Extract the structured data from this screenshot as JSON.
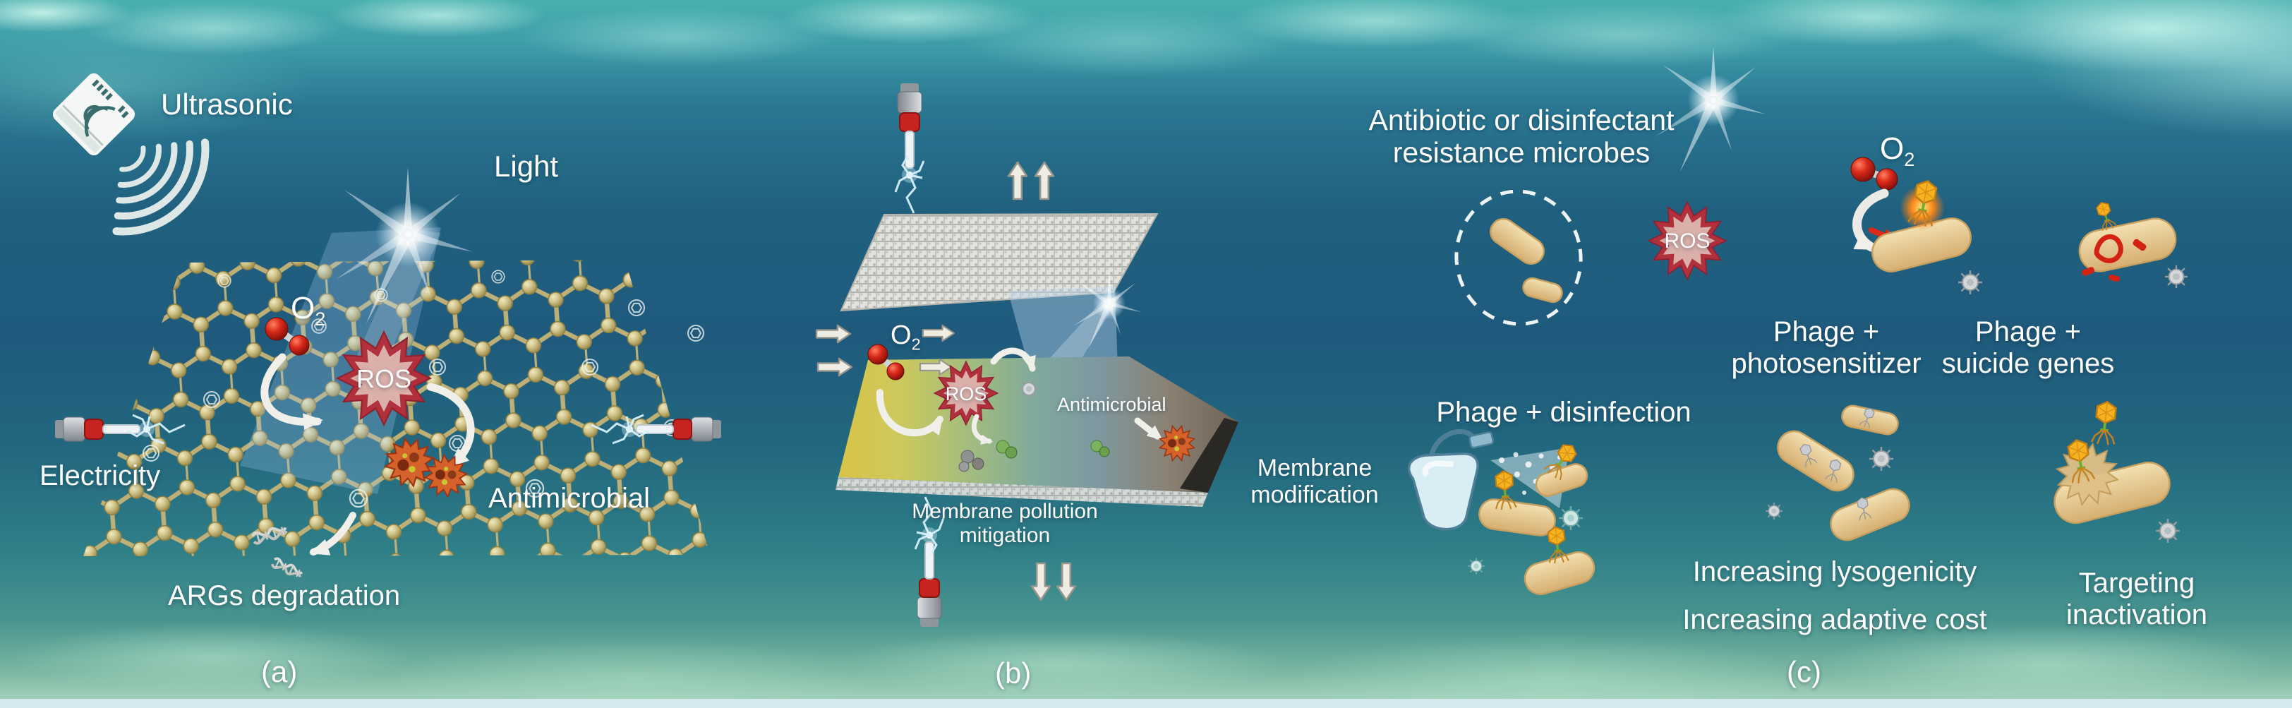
{
  "panel_a": {
    "label": "(a)",
    "ultrasonic": "Ultrasonic",
    "light": "Light",
    "electricity": "Electricity",
    "o2_main": "O",
    "o2_sub": "2",
    "ros": "ROS",
    "antimicrobial": "Antimicrobial",
    "args_degradation": "ARGs degradation"
  },
  "panel_b": {
    "label": "(b)",
    "o2_main": "O",
    "o2_sub": "2",
    "ros": "ROS",
    "antimicrobial": "Antimicrobial",
    "membrane_modification_line1": "Membrane",
    "membrane_modification_line2": "modification",
    "membrane_pollution_line1": "Membrane pollution",
    "membrane_pollution_line2": "mitigation"
  },
  "panel_c": {
    "label": "(c)",
    "title_line1": "Antibiotic or disinfectant",
    "title_line2": "resistance microbes",
    "o2_main": "O",
    "o2_sub": "2",
    "ros": "ROS",
    "phage_disinfection": "Phage + disinfection",
    "phage_photosensitizer_line1": "Phage +",
    "phage_photosensitizer_line2": "photosensitizer",
    "phage_suicide_line1": "Phage +",
    "phage_suicide_line2": "suicide genes",
    "increasing_lysogenicity": "Increasing lysogenicity",
    "increasing_adaptive_cost": "Increasing adaptive cost",
    "targeting_line1": "Targeting",
    "targeting_line2": "inactivation"
  },
  "colors": {
    "water_surface": "#49b0ae",
    "water_deep": "#1f5a7c",
    "water_floor": "#9ed0b9",
    "ros_red": "#b0303c",
    "ros_pink": "#dcb0aa",
    "oxygen_red": "#d92a1a",
    "lattice_tan": "#d9c98c",
    "bacteria_tan": "#e8c98f",
    "phage_orange": "#f6b11f",
    "membrane_yellow": "#d8c348",
    "membrane_teal": "#7fa89d",
    "spray_blue": "#d9edf5",
    "text": "#ffffff"
  }
}
